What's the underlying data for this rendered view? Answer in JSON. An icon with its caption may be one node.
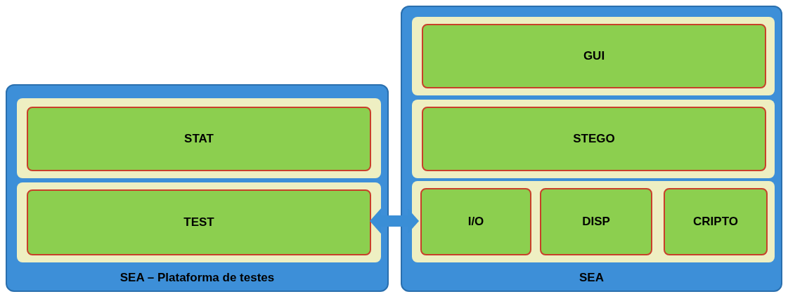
{
  "diagram": {
    "nodes": [
      {
        "text": [
          "SEA – Plataforma de testes"
        ]
      },
      {
        "text": [],
        "shape": "box",
        "in": 0
      },
      {
        "text": [
          "STAT"
        ],
        "in": 1
      },
      {
        "text": [],
        "shape": "box",
        "in": 0
      },
      {
        "text": [
          "TEST"
        ],
        "in": 3
      },
      {
        "text": [
          "SEA"
        ]
      },
      {
        "text": [],
        "shape": "box",
        "in": 5
      },
      {
        "text": [
          "GUI"
        ],
        "in": 6
      },
      {
        "text": [],
        "shape": "box",
        "in": 5
      },
      {
        "text": [
          "STEGO"
        ],
        "in": 8
      },
      {
        "text": [],
        "shape": "box",
        "in": 5
      },
      {
        "text": [
          "I/O"
        ],
        "in": 10
      },
      {
        "text": [
          "DISP"
        ],
        "in": 10
      },
      {
        "text": [
          "CRIPTO"
        ],
        "in": 10
      }
    ],
    "edges": [
      {
        "from": 4,
        "to": 11,
        "arrow": "both"
      }
    ]
  }
}
